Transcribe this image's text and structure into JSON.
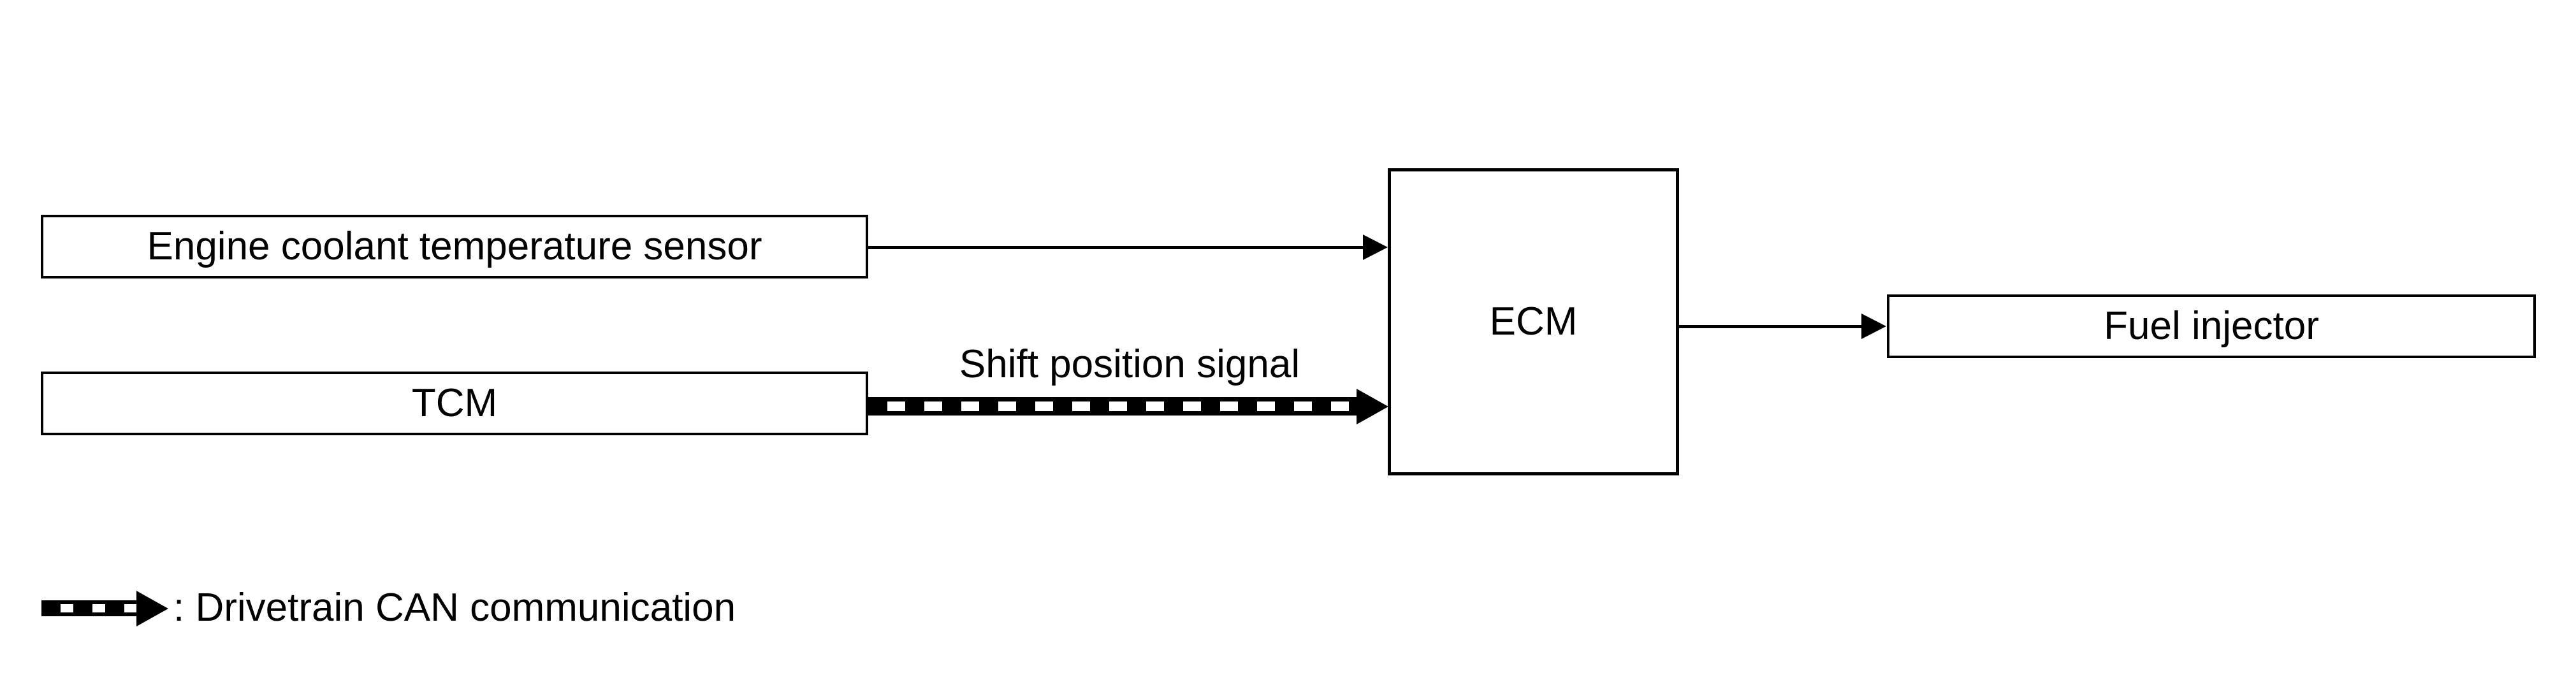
{
  "diagram": {
    "type": "block-diagram",
    "colors": {
      "line": "#000000",
      "background": "#ffffff",
      "box_fill": "#ffffff"
    },
    "nodes": {
      "sensor": {
        "label": "Engine coolant temperature sensor"
      },
      "tcm": {
        "label": "TCM"
      },
      "ecm": {
        "label": "ECM"
      },
      "injector": {
        "label": "Fuel injector"
      }
    },
    "edges": {
      "sensor_to_ecm": {
        "type": "solid-arrow",
        "label": ""
      },
      "tcm_to_ecm": {
        "type": "can-arrow",
        "label": "Shift position signal"
      },
      "ecm_to_injector": {
        "type": "solid-arrow",
        "label": ""
      }
    },
    "legend": {
      "symbol": "can-arrow-icon",
      "label": ": Drivetrain CAN communication"
    }
  }
}
